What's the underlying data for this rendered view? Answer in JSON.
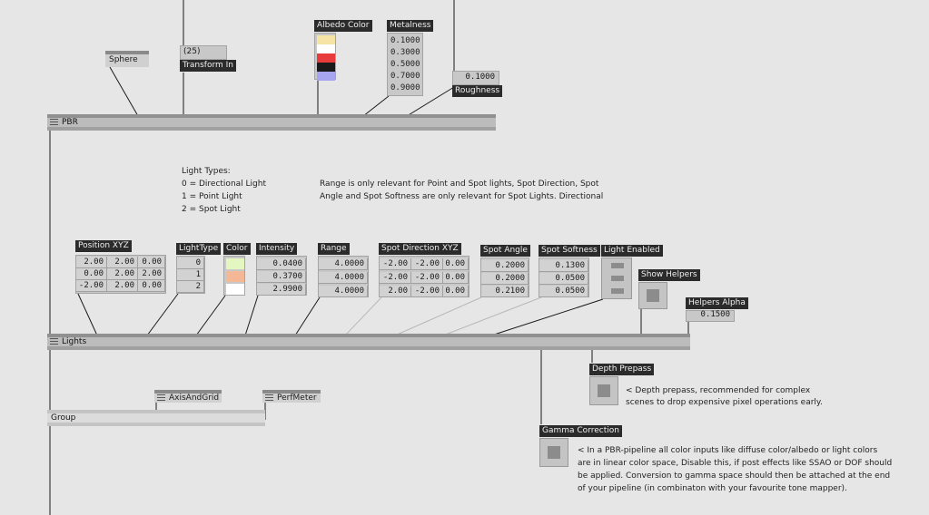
{
  "nodes": {
    "sphere": "Sphere",
    "transform_in_value": "(25)",
    "transform_in_label": "Transform In",
    "albedo_label": "Albedo Color",
    "albedo_colors": [
      "#f7e3a6",
      "#ffffff",
      "#e83c3c",
      "#1a1a1a",
      "#a6a6f0"
    ],
    "metalness_label": "Metalness",
    "metalness_values": [
      "0.1000",
      "0.3000",
      "0.5000",
      "0.7000",
      "0.9000"
    ],
    "roughness_value": "0.1000",
    "roughness_label": "Roughness",
    "pbr": "PBR",
    "lights": "Lights",
    "group": "Group",
    "axis_and_grid": "AxisAndGrid",
    "perf_meter": "PerfMeter"
  },
  "comments": {
    "light_types": [
      "Light Types:",
      "0 = Directional Light",
      "1 = Point Light",
      "2 = Spot Light"
    ],
    "range_note": [
      "Range is only relevant for Point and Spot lights, Spot Direction, Spot",
      "Angle and Spot Softness are only relevant for Spot Lights. Directional"
    ],
    "depth_note": [
      "< Depth prepass, recommended for complex",
      "scenes to drop expensive pixel operations early."
    ],
    "gamma_note": [
      "< In a PBR-pipeline all color inputs like diffuse color/albedo or light colors",
      "are in linear color space, Disable this, if post effects like SSAO or DOF should",
      "be applied. Conversion to gamma space should then be attached at the end",
      "of your pipeline (in combinaton with your favourite tone mapper)."
    ]
  },
  "lights": {
    "position_label": "Position XYZ",
    "position_rows": [
      [
        "2.00",
        "2.00",
        "0.00"
      ],
      [
        "0.00",
        "2.00",
        "2.00"
      ],
      [
        "-2.00",
        "2.00",
        "0.00"
      ]
    ],
    "lighttype_label": "LightType",
    "lighttype_values": [
      "0",
      "1",
      "2"
    ],
    "color_label": "Color",
    "colors": [
      "#e4f7c0",
      "#f5b896",
      "#ffffff"
    ],
    "intensity_label": "Intensity",
    "intensity_values": [
      "0.0400",
      "0.3700",
      "2.9900"
    ],
    "range_label": "Range",
    "range_values": [
      "4.0000",
      "4.0000",
      "4.0000"
    ],
    "spotdir_label": "Spot Direction XYZ",
    "spotdir_rows": [
      [
        "-2.00",
        "-2.00",
        "0.00"
      ],
      [
        "-2.00",
        "-2.00",
        "0.00"
      ],
      [
        "2.00",
        "-2.00",
        "0.00"
      ]
    ],
    "spotangle_label": "Spot Angle",
    "spotangle_values": [
      "0.2000",
      "0.2000",
      "0.2100"
    ],
    "spotsoft_label": "Spot Softness",
    "spotsoft_values": [
      "0.1300",
      "0.0500",
      "0.0500"
    ],
    "enabled_label": "Light Enabled",
    "show_helpers_label": "Show Helpers",
    "helpers_alpha_label": "Helpers Alpha",
    "helpers_alpha_value": "0.1500"
  },
  "options": {
    "depth_prepass_label": "Depth Prepass",
    "gamma_label": "Gamma Correction"
  }
}
